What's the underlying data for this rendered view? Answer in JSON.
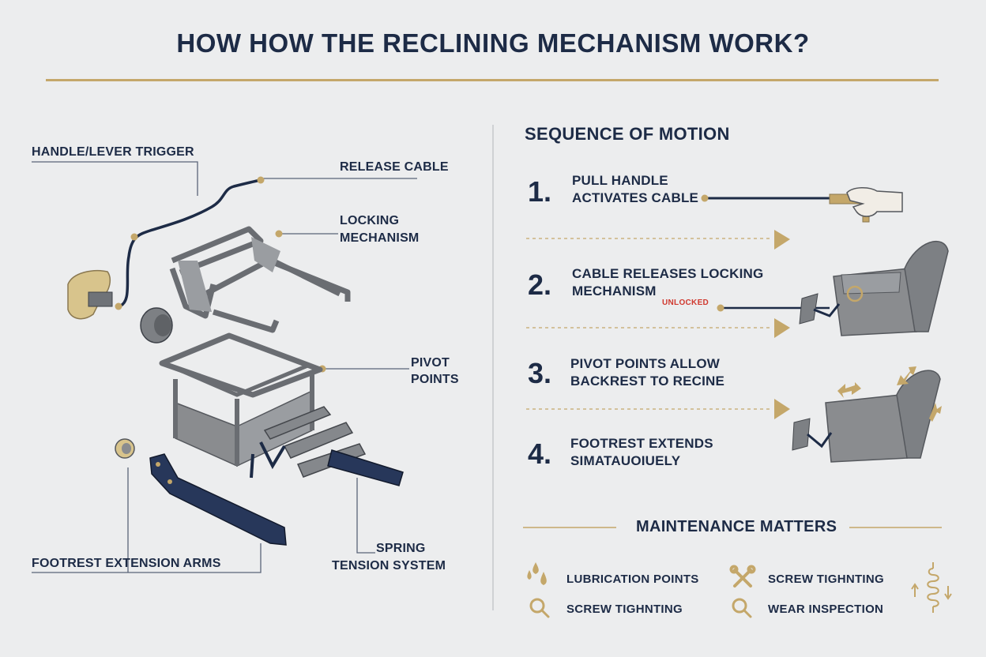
{
  "title": "HOW HOW THE RECLINING MECHANISM WORK?",
  "colors": {
    "navy": "#1d2b46",
    "gold": "#c4a76a",
    "frame": "#8a8c8f",
    "alert": "#d0392f"
  },
  "diagram": {
    "labels": {
      "handle": "HANDLE/LEVER TRIGGER",
      "release_cable": "RELEASE CABLE",
      "locking_1": "LOCKING",
      "locking_2": "MECHANISM",
      "pivot_1": "PIVOT",
      "pivot_2": "POINTS",
      "footrest_arms": "FOOTREST EXTENSION ARMS",
      "spring_1": "SPRING",
      "spring_2": "TENSION SYSTEM"
    }
  },
  "sequence": {
    "heading": "SEQUENCE OF MOTION",
    "steps": [
      {
        "num": "1.",
        "line1": "PULL HANDLE",
        "line2": "ACTIVATES CABLE",
        "icon": "hand-pulling-handle-icon"
      },
      {
        "num": "2.",
        "line1": "CABLE RELEASES LOCKING",
        "line2": "MECHANISM",
        "status": "UNLOCKED",
        "icon": "recliner-unlocked-icon"
      },
      {
        "num": "3.",
        "line1": "PIVOT POINTS ALLOW",
        "line2": "BACKREST TO RECINE",
        "icon": "recliner-reclining-icon"
      },
      {
        "num": "4.",
        "line1": "FOOTREST EXTENDS",
        "line2": "SIMATAUOIUELY",
        "icon": "recliner-footrest-icon"
      }
    ]
  },
  "maintenance": {
    "heading": "MAINTENANCE MATTERS",
    "items": [
      {
        "label": "LUBRICATION POINTS",
        "icon": "oil-drops-icon"
      },
      {
        "label": "SCREW TIGHNTING",
        "icon": "tools-icon"
      },
      {
        "label": "SCREW TIGHNTING",
        "icon": "magnifier-icon"
      },
      {
        "label": "WEAR INSPECTION",
        "icon": "magnifier-icon"
      }
    ],
    "side_icon": "spring-tension-icon"
  }
}
